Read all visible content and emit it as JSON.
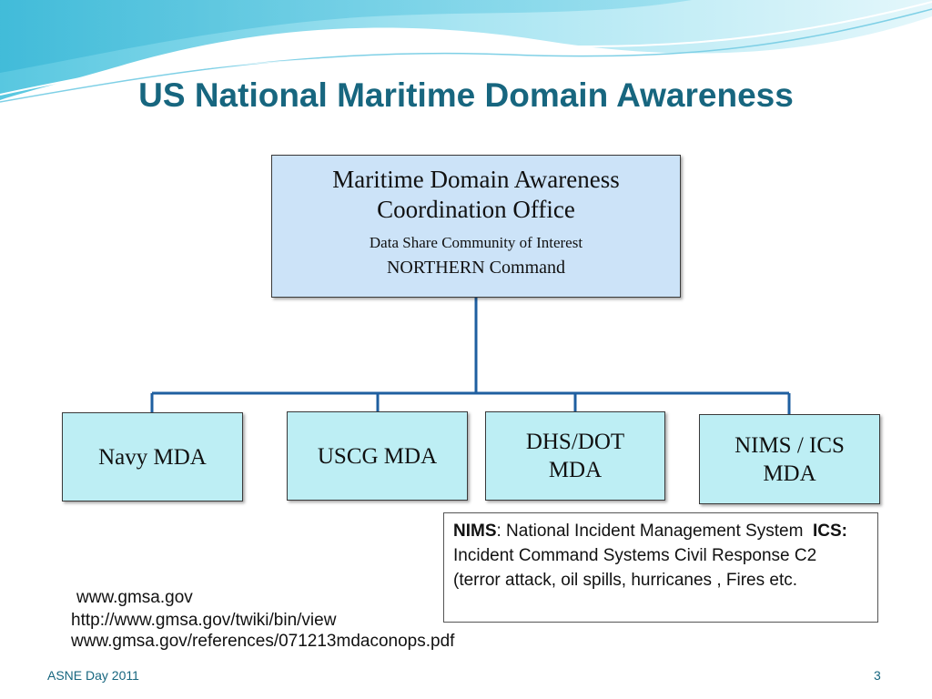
{
  "title": "US National Maritime Domain Awareness",
  "top_box": {
    "line1": "Maritime Domain Awareness",
    "line2": "Coordination Office",
    "line3": "Data Share Community of Interest",
    "line4": "NORTHERN Command"
  },
  "children": [
    {
      "line1": "Navy MDA",
      "line2": ""
    },
    {
      "line1": "USCG MDA",
      "line2": ""
    },
    {
      "line1": "DHS/DOT",
      "line2": "MDA"
    },
    {
      "line1": "NIMS / ICS",
      "line2": "MDA"
    }
  ],
  "legend": {
    "nims_term": "NIMS",
    "nims_def": ": National Incident Management System",
    "ics_term": "ICS:",
    "ics_def": " Incident Command Systems Civil Response  C2  (terror attack, oil spills, hurricanes , Fires etc."
  },
  "links": [
    "www.gmsa.gov",
    "http://www.gmsa.gov/twiki/bin/view",
    "www.gmsa.gov/references/071213mdaconops.pdf"
  ],
  "footer": {
    "left": "ASNE Day 2011",
    "page_number": "3"
  },
  "colors": {
    "title": "#17667f",
    "top_box_fill": "#cce3f8",
    "child_box_fill": "#bdeef4",
    "connector": "#1f5fa0"
  }
}
